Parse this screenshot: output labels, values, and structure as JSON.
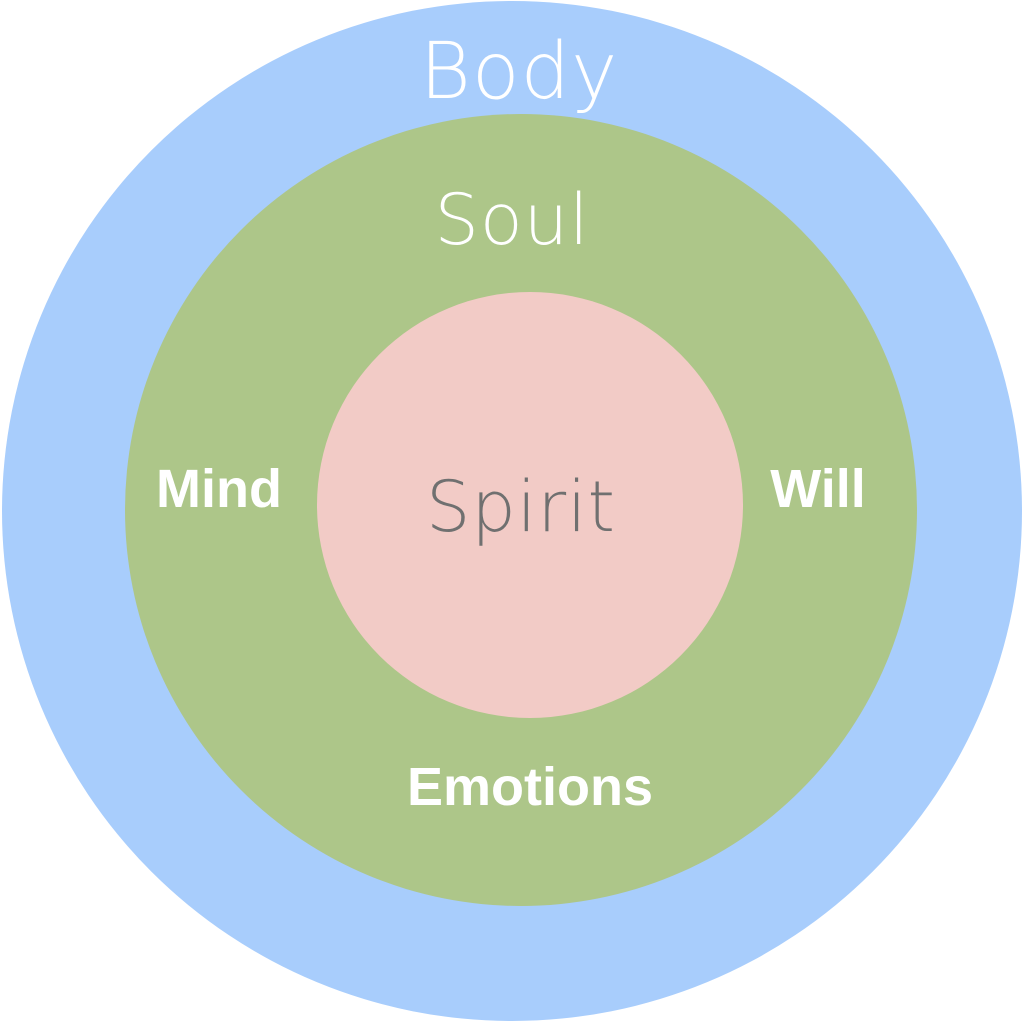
{
  "colors": {
    "body": "#a8cdfc",
    "soul": "#adc689",
    "spirit": "#f2cbc6",
    "label_light": "#ffffff",
    "label_dark": "#707070"
  },
  "layers": {
    "body": {
      "label": "Body"
    },
    "soul": {
      "label": "Soul",
      "aspects": {
        "mind": "Mind",
        "will": "Will",
        "emotions": "Emotions"
      }
    },
    "spirit": {
      "label": "Spirit"
    }
  }
}
